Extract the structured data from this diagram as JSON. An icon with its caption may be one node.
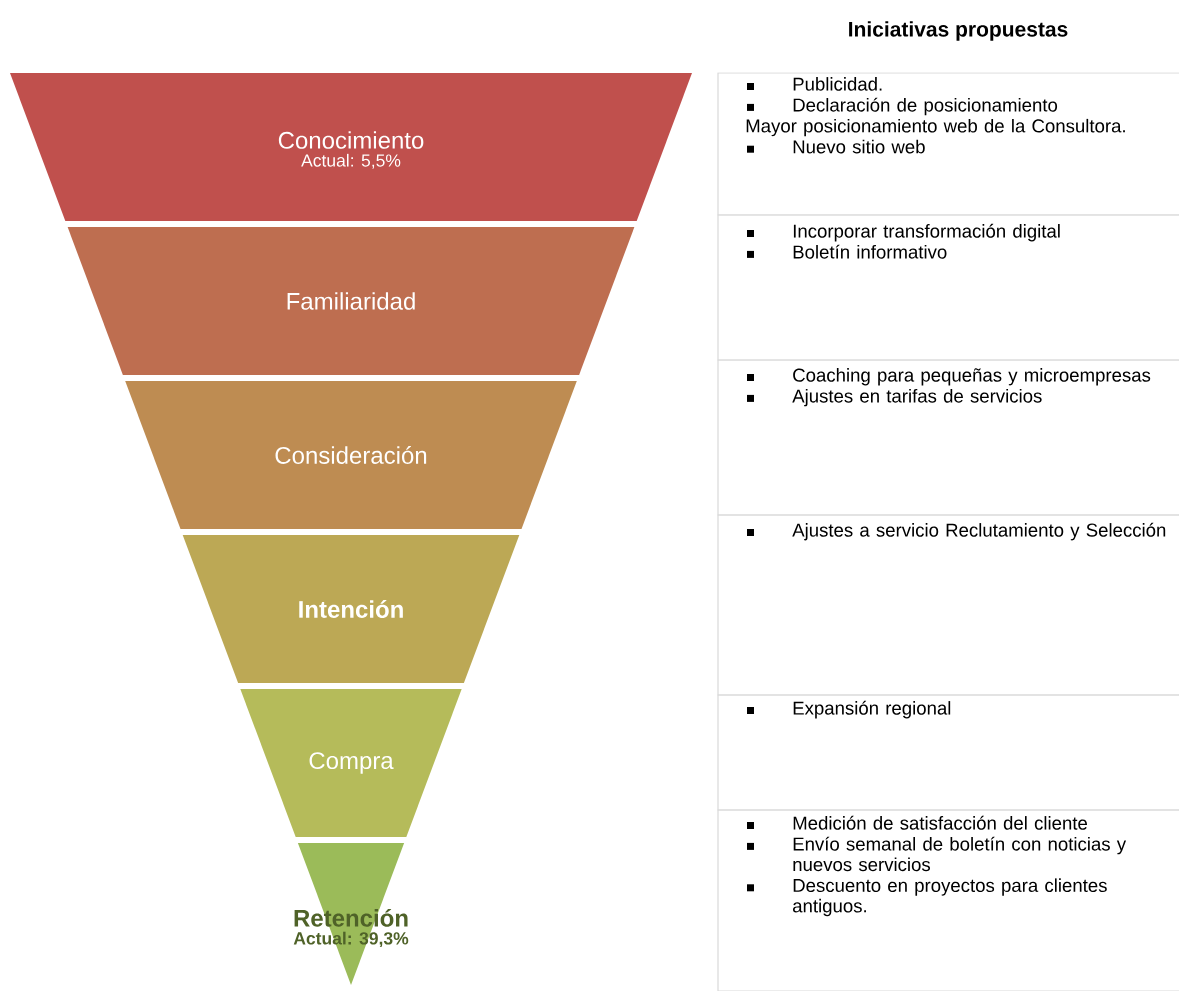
{
  "diagram": {
    "title": "Iniciativas propuestas",
    "nodes": [
      {
        "text": [
          "Conocimiento",
          "Actual: 5,5%"
        ]
      },
      {
        "text": [
          "Familiaridad"
        ]
      },
      {
        "text": [
          "Consideración"
        ]
      },
      {
        "text": [
          "Intención"
        ]
      },
      {
        "text": [
          "Compra"
        ]
      },
      {
        "text": [
          "Retención",
          "Actual: 39,3%"
        ]
      },
      {
        "text": [
          "Publicidad.",
          "Declaración de posicionamiento",
          "Mayor posicionamiento web de la Consultora.",
          "Nuevo sitio web"
        ]
      },
      {
        "text": [
          "Incorporar transformación digital",
          "Boletín informativo"
        ]
      },
      {
        "text": [
          "Coaching para pequeñas y microempresas",
          "Ajustes en tarifas de servicios"
        ]
      },
      {
        "text": [
          "Ajustes a servicio Reclutamiento y Selección"
        ]
      },
      {
        "text": [
          "Expansión regional"
        ]
      },
      {
        "text": [
          "Medición de satisfacción del cliente",
          "Envío semanal de boletín con noticias y nuevos servicios",
          "Descuento en proyectos para clientes antiguos."
        ]
      }
    ]
  }
}
